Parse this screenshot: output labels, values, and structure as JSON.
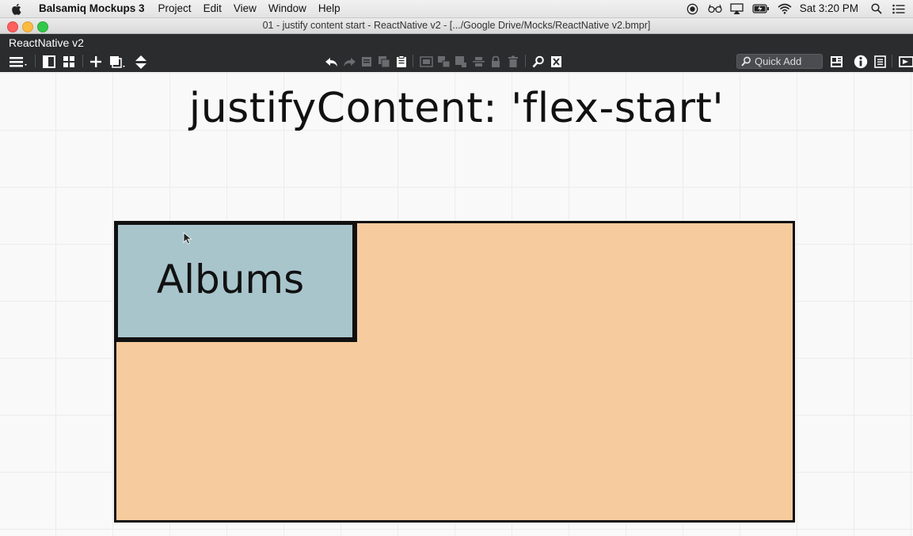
{
  "menubar": {
    "app_name": "Balsamiq Mockups 3",
    "items": [
      "Project",
      "Edit",
      "View",
      "Window",
      "Help"
    ],
    "clock": "Sat 3:20 PM",
    "status_icons": [
      "record-icon",
      "glasses-icon",
      "airplay-icon",
      "battery-icon",
      "wifi-icon",
      "spotlight-search-icon",
      "notification-list-icon"
    ]
  },
  "window": {
    "title": "01 - justify content start - ReactNative v2 - [.../Google Drive/Mocks/ReactNative v2.bmpr]"
  },
  "app": {
    "project_name": "ReactNative v2",
    "quick_add_placeholder": "Quick Add"
  },
  "canvas": {
    "title": "justifyContent: 'flex-start'",
    "albums_label": "Albums"
  },
  "colors": {
    "container_fill": "#f6cb9d",
    "albums_fill": "#a8c5cc",
    "app_header": "#2a2c2e"
  }
}
